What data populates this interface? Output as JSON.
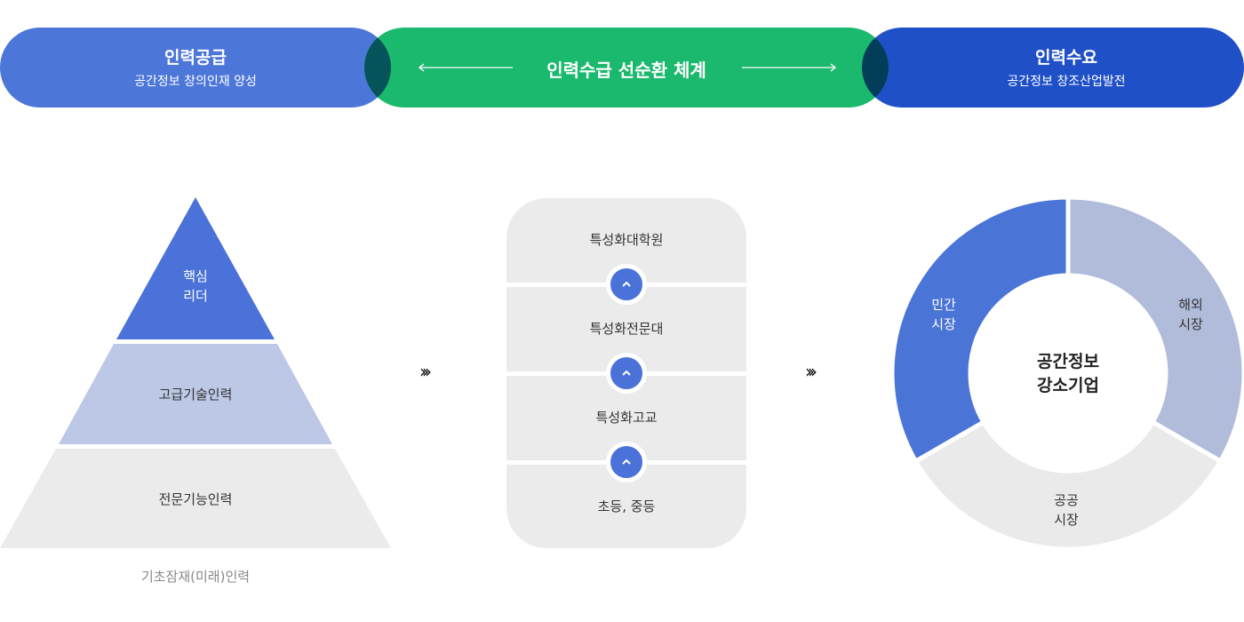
{
  "header": {
    "supply": {
      "title": "인력공급",
      "subtitle": "공간정보 창의인재 양성"
    },
    "cycle": {
      "title": "인력수급 선순환 체계"
    },
    "demand": {
      "title": "인력수요",
      "subtitle": "공간정보 창조산업발전"
    }
  },
  "pyramid": {
    "levels": [
      "핵심\n리더",
      "고급기술인력",
      "전문기능인력"
    ],
    "top_line1": "핵심",
    "top_line2": "리더",
    "base_caption": "기초잠재(미래)인력"
  },
  "education": {
    "rows": [
      "특성화대학원",
      "특성화전문대",
      "특성화고교",
      "초등, 중등"
    ]
  },
  "flow_arrow": "›››",
  "donut": {
    "center_line1": "공간정보",
    "center_line2": "강소기업",
    "segments": [
      {
        "line1": "해외",
        "line2": "시장",
        "share": 0.3333,
        "color": "#b0bcda"
      },
      {
        "line1": "공공",
        "line2": "시장",
        "share": 0.3333,
        "color": "#eaeaea"
      },
      {
        "line1": "민간",
        "line2": "시장",
        "share": 0.3334,
        "color": "#4b74d7"
      }
    ]
  },
  "colors": {
    "supply": "#4d76d9",
    "cycle": "#1bb96d",
    "demand": "#2050c8",
    "overlap_left": "#05545a",
    "overlap_right": "#033d5a"
  }
}
